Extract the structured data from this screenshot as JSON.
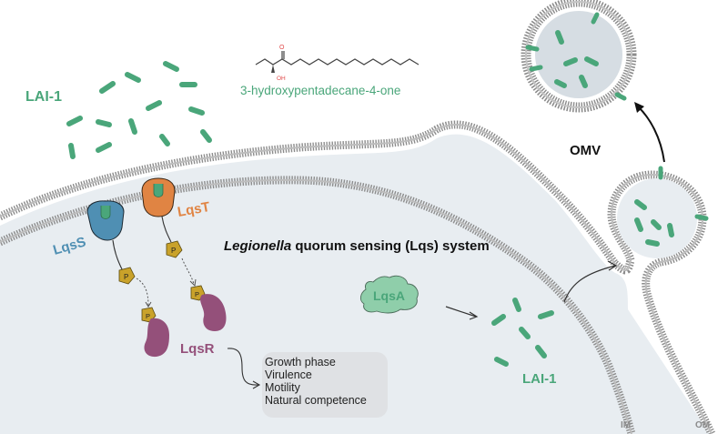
{
  "figure": {
    "title_italic": "Legionella",
    "title_rest": " quorum sensing (Lqs) system",
    "compound_name": "3-hydroxypentadecane-4-one",
    "chem_labels": {
      "oxygen": "O",
      "hydroxyl": "OH"
    },
    "signal_label_outside": "LAI-1",
    "signal_label_inside": "LAI-1",
    "omv_label": "OMV",
    "membrane_labels": {
      "inner": "IM",
      "outer": "OM"
    },
    "proteins": {
      "lqss": "LqsS",
      "lqst": "LqsT",
      "lqsr": "LqsR",
      "lqsa": "LqsA"
    },
    "phosphate_label": "P",
    "outcomes": [
      "Growth phase",
      "Virulence",
      "Motility",
      "Natural competence"
    ],
    "colors": {
      "signal_green": "#4aa67a",
      "lqss_blue": "#4f8fb3",
      "lqst_orange": "#e08443",
      "lqsr_purple": "#94507a",
      "lqsa_green": "#8fceaa",
      "phosphate_yellow": "#c9a22a",
      "cytoplasm": "#e8edf1",
      "membrane_gray": "#8e8e8e",
      "vesicle_fill": "#d6dde3"
    }
  }
}
